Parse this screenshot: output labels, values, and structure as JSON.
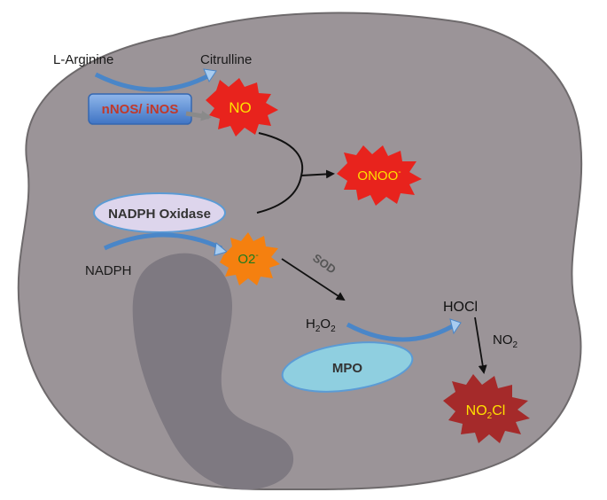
{
  "labels": {
    "l_arginine": "L-Arginine",
    "citrulline": "Citrulline",
    "nos": "nNOS/ iNOS",
    "no": "NO",
    "onoo": "ONOO",
    "onoo_charge": "-",
    "nadph_oxidase": "NADPH Oxidase",
    "nadph": "NADPH",
    "o2": "O2",
    "o2_charge": "-",
    "sod": "SOD",
    "h2o2_h": "H",
    "h2o2_sub1": "2",
    "h2o2_o": "O",
    "h2o2_sub2": "2",
    "hocl": "HOCl",
    "no2_main": "NO",
    "no2_sub": "2",
    "mpo": "MPO",
    "no2cl_main": "NO",
    "no2cl_sub": "2",
    "no2cl_tail": "Cl"
  },
  "colors": {
    "cell_fill": "#9b9498",
    "cell_stroke": "#6e6a6c",
    "nucleus_fill": "#7e7981",
    "nos_box": "#5b8fd6",
    "nos_text": "#c0392b",
    "burst_red": "#e8231d",
    "burst_orange": "#f5800f",
    "burst_darkred": "#a52a2a",
    "yellow_text": "#ffe000",
    "green_text": "#1e7b1e",
    "oxidase_fill": "#ddd5ec",
    "mpo_fill": "#8fcfe0",
    "arc_blue": "#5b9bd5"
  }
}
